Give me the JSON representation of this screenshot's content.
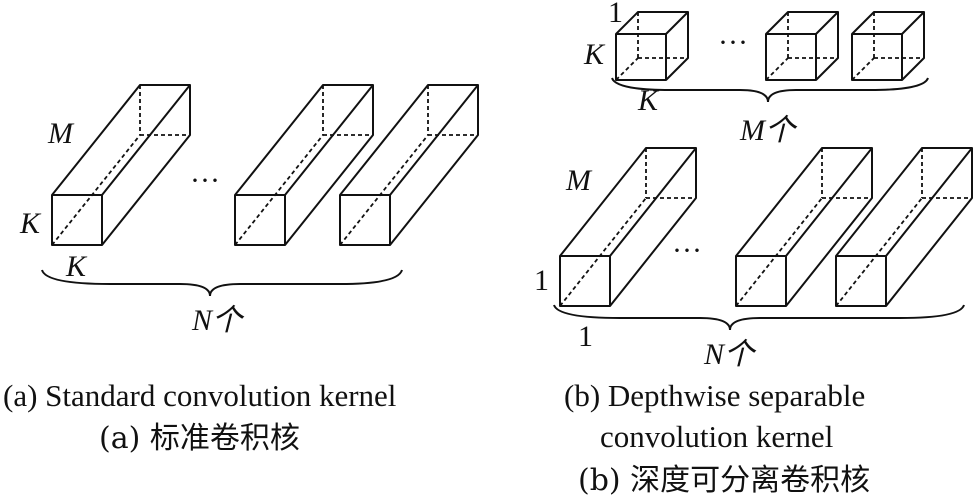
{
  "panel_a": {
    "label_m": "M",
    "label_k_side": "K",
    "label_k_bottom": "K",
    "ellipsis": "···",
    "count_label": "N个",
    "caption_en": "(a) Standard convolution kernel",
    "caption_cn": "(a) 标准卷积核"
  },
  "panel_b": {
    "label_one_top": "1",
    "label_k_side": "K",
    "label_k_bottom": "K",
    "ellipsis_top": "···",
    "count_label_top": "M个",
    "label_m": "M",
    "label_one_side": "1",
    "label_one_bottom": "1",
    "ellipsis_bottom": "···",
    "count_label_bottom": "N个",
    "caption_en_line1": "(b) Depthwise separable",
    "caption_en_line2": "convolution kernel",
    "caption_cn": "(b) 深度可分离卷积核"
  }
}
